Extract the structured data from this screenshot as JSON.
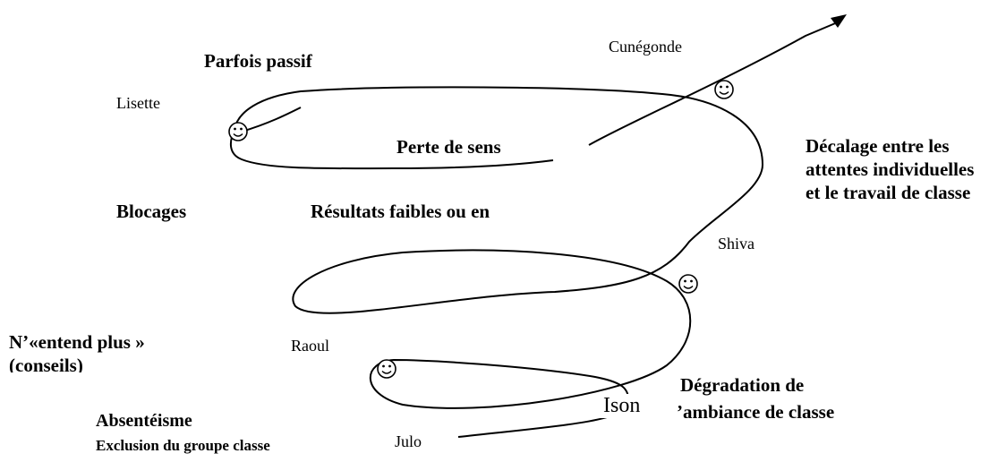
{
  "names": {
    "cunegonde": "Cunégonde",
    "lisette": "Lisette",
    "shiva": "Shiva",
    "raoul": "Raoul",
    "julo": "Julo",
    "ison": "Ison"
  },
  "labels": {
    "parfois_passif": "Parfois passif",
    "perte_de_sens": "Perte de sens",
    "decalage": "Décalage entre les attentes individuelles et le travail de classe",
    "blocages": "Blocages",
    "resultats": "Résultats faibles ou en",
    "entend_plus": "N’«entend plus »",
    "conseils": "(conseils)",
    "degradation_line1": "Dégradation de",
    "degradation_line2": "’ambiance de classe",
    "absenteisme": "Absentéisme",
    "exclusion": "Exclusion du groupe classe"
  },
  "colors": {
    "line": "#000000",
    "text": "#000000"
  }
}
